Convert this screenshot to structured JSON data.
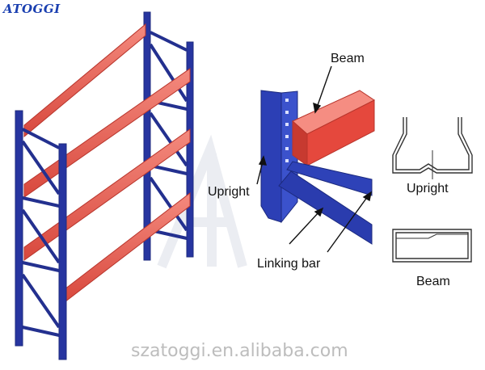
{
  "brand": {
    "logo_text": "ATOGGI",
    "website": "szatoggi.en.alibaba.com"
  },
  "labels": {
    "beam_callout": "Beam",
    "upright_callout": "Upright",
    "linking_bar_callout": "Linking bar",
    "upright_profile": "Upright",
    "beam_profile": "Beam"
  },
  "colors": {
    "upright_blue": "#23308f",
    "beam_red": "#e5483d",
    "logo_blue": "#1a3fb0"
  },
  "icons": [
    "rack-assembly-illustration",
    "connection-detail-illustration",
    "upright-cross-section-icon",
    "beam-cross-section-icon"
  ]
}
